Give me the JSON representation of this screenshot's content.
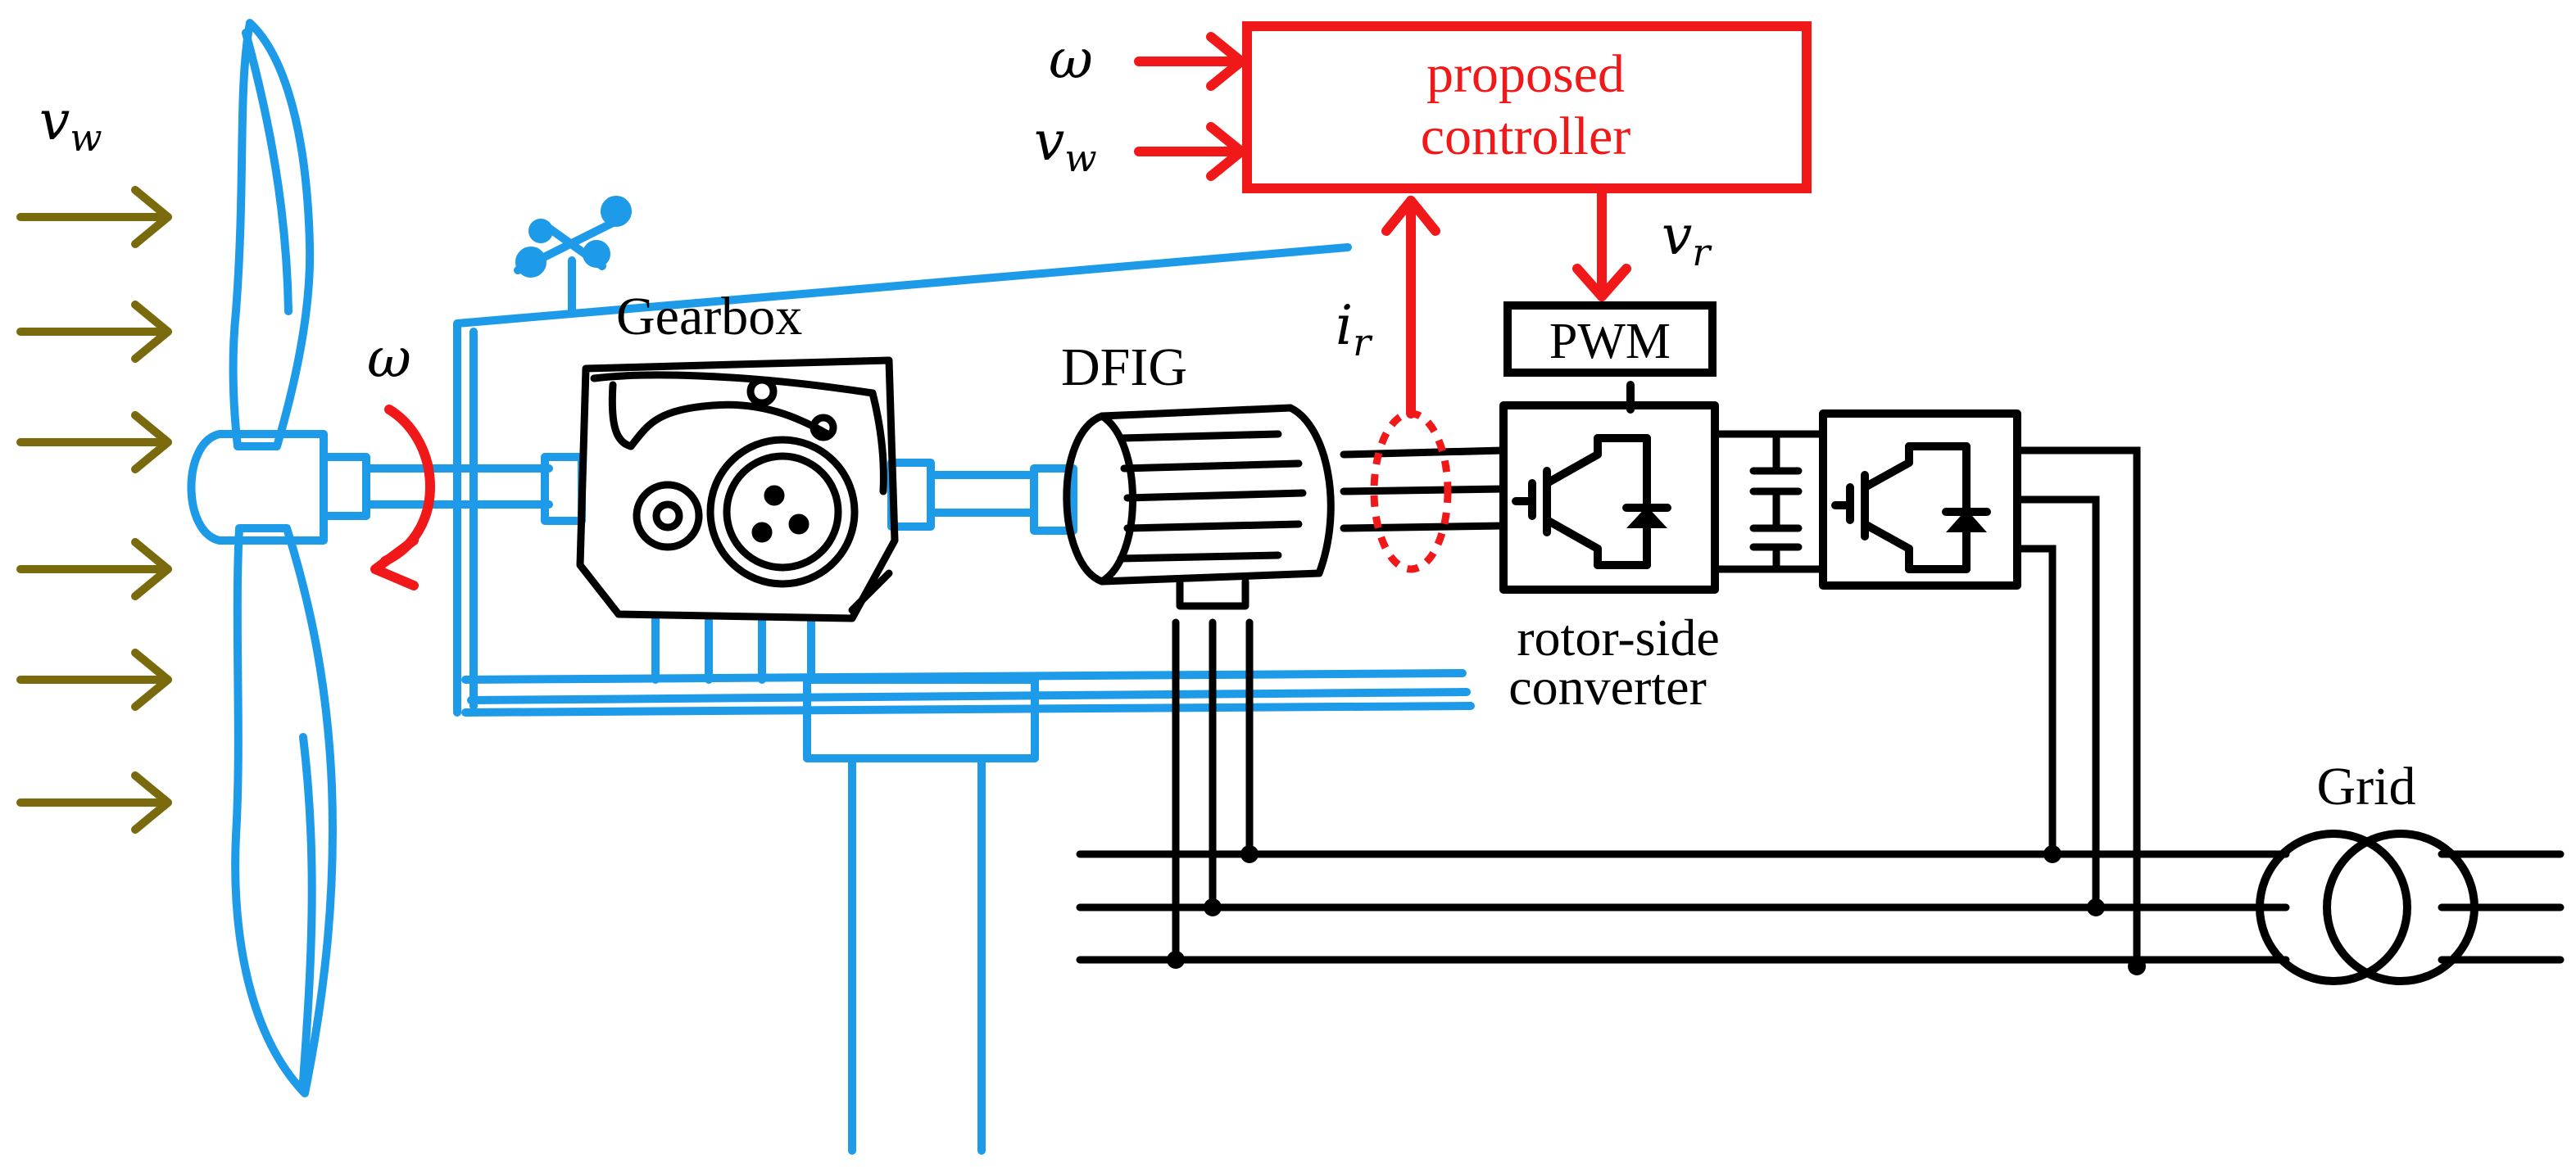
{
  "labels": {
    "wind_speed": "v",
    "wind_speed_sub": "w",
    "omega": "ω",
    "gearbox": "Gearbox",
    "dfig": "DFIG",
    "controller_line1": "proposed",
    "controller_line2": "controller",
    "ctrl_in_omega": "ω",
    "ctrl_in_vw": "v",
    "ctrl_in_vw_sub": "w",
    "vr": "v",
    "vr_sub": "r",
    "ir": "i",
    "ir_sub": "r",
    "pwm": "PWM",
    "rsc_line1": "rotor-side",
    "rsc_line2": "converter",
    "grid": "Grid"
  },
  "colors": {
    "turbine": "#1e9be8",
    "control": "#f01818",
    "wind_arrow": "#7a6a0e",
    "power": "#000000"
  }
}
